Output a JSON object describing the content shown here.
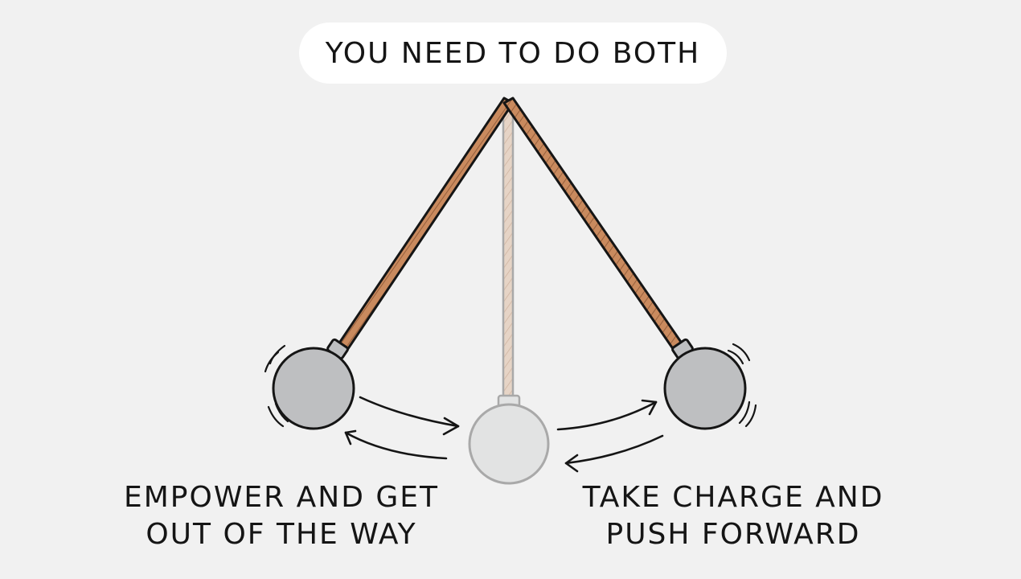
{
  "title": "YOU NEED TO DO BOTH",
  "left_caption": {
    "line1": "EMPOWER AND GET",
    "line2": "OUT OF THE WAY"
  },
  "right_caption": {
    "line1": "TAKE CHARGE AND",
    "line2": "PUSH FORWARD"
  },
  "colors": {
    "background": "#f1f1f1",
    "pill": "#ffffff",
    "rope": "#c98a5e",
    "rope_faded": "#e2cfc0",
    "ball": "#bebfc1",
    "ball_faded": "#e2e3e3",
    "ink": "#151515"
  },
  "icons": [
    "pendulum-ball-left",
    "pendulum-ball-center",
    "pendulum-ball-right",
    "swing-arrow",
    "motion-lines"
  ]
}
